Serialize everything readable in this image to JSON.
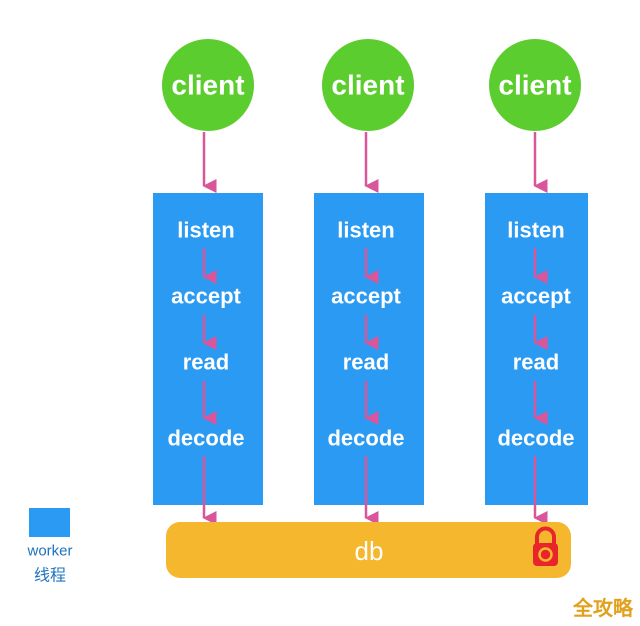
{
  "colors": {
    "client": "#5ccd2e",
    "worker": "#2b9af3",
    "arrow": "#d9569b",
    "db": "#f4b72e",
    "lock": "#e8252a"
  },
  "columns": [
    {
      "client": "client",
      "steps": [
        "listen",
        "accept",
        "read",
        "decode"
      ]
    },
    {
      "client": "client",
      "steps": [
        "listen",
        "accept",
        "read",
        "decode"
      ]
    },
    {
      "client": "client",
      "steps": [
        "listen",
        "accept",
        "read",
        "decode"
      ]
    }
  ],
  "db": {
    "label": "db",
    "icon": "lock-icon"
  },
  "legend": {
    "label_en": "worker",
    "label_cn": "线程"
  },
  "watermark": "全攻略"
}
